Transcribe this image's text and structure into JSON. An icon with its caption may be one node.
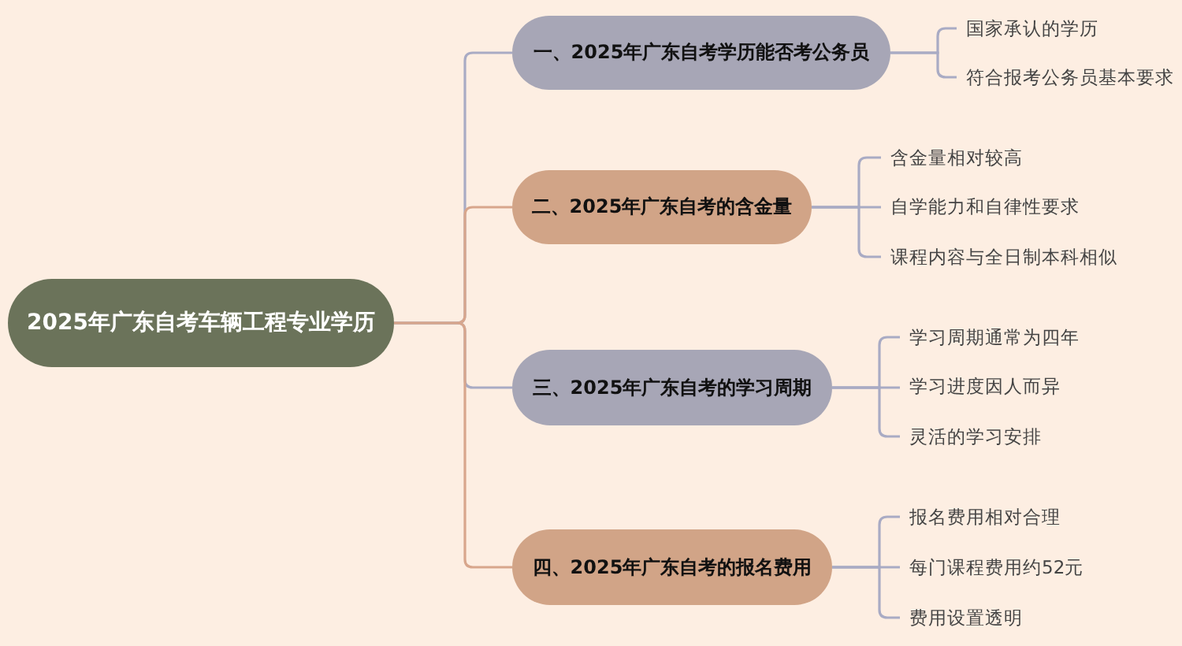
{
  "diagram": {
    "nodes": [
      {
        "text": [
          "2025年广东自考车辆工程专业学历"
        ]
      },
      {
        "text": [
          "一、2025年广东自考学历能否考公务员"
        ]
      },
      {
        "text": [
          "国家承认的学历"
        ]
      },
      {
        "text": [
          "符合报考公务员基本要求"
        ]
      },
      {
        "text": [
          "二、2025年广东自考的含金量"
        ]
      },
      {
        "text": [
          "含金量相对较高"
        ]
      },
      {
        "text": [
          "自学能力和自律性要求"
        ]
      },
      {
        "text": [
          "课程内容与全日制本科相似"
        ]
      },
      {
        "text": [
          "三、2025年广东自考的学习周期"
        ]
      },
      {
        "text": [
          "学习周期通常为四年"
        ]
      },
      {
        "text": [
          "学习进度因人而异"
        ]
      },
      {
        "text": [
          "灵活的学习安排"
        ]
      },
      {
        "text": [
          "四、2025年广东自考的报名费用"
        ]
      },
      {
        "text": [
          "报名费用相对合理"
        ]
      },
      {
        "text": [
          "每门课程费用约52元"
        ]
      },
      {
        "text": [
          "费用设置透明"
        ]
      }
    ],
    "edges": [
      {
        "from": 0,
        "to": 1,
        "arrow": "none"
      },
      {
        "from": 1,
        "to": 2,
        "arrow": "none"
      },
      {
        "from": 1,
        "to": 3,
        "arrow": "none"
      },
      {
        "from": 0,
        "to": 4,
        "arrow": "none",
        "color": "#d8a68c"
      },
      {
        "from": 4,
        "to": 5,
        "arrow": "none"
      },
      {
        "from": 4,
        "to": 6,
        "arrow": "none"
      },
      {
        "from": 4,
        "to": 7,
        "arrow": "none"
      },
      {
        "from": 0,
        "to": 8,
        "arrow": "none"
      },
      {
        "from": 8,
        "to": 9,
        "arrow": "none"
      },
      {
        "from": 8,
        "to": 10,
        "arrow": "none"
      },
      {
        "from": 8,
        "to": 11,
        "arrow": "none"
      },
      {
        "from": 0,
        "to": 12,
        "arrow": "none",
        "color": "#d8a68c"
      },
      {
        "from": 12,
        "to": 13,
        "arrow": "none"
      },
      {
        "from": 12,
        "to": 14,
        "arrow": "none"
      },
      {
        "from": 12,
        "to": 15,
        "arrow": "none"
      }
    ]
  }
}
